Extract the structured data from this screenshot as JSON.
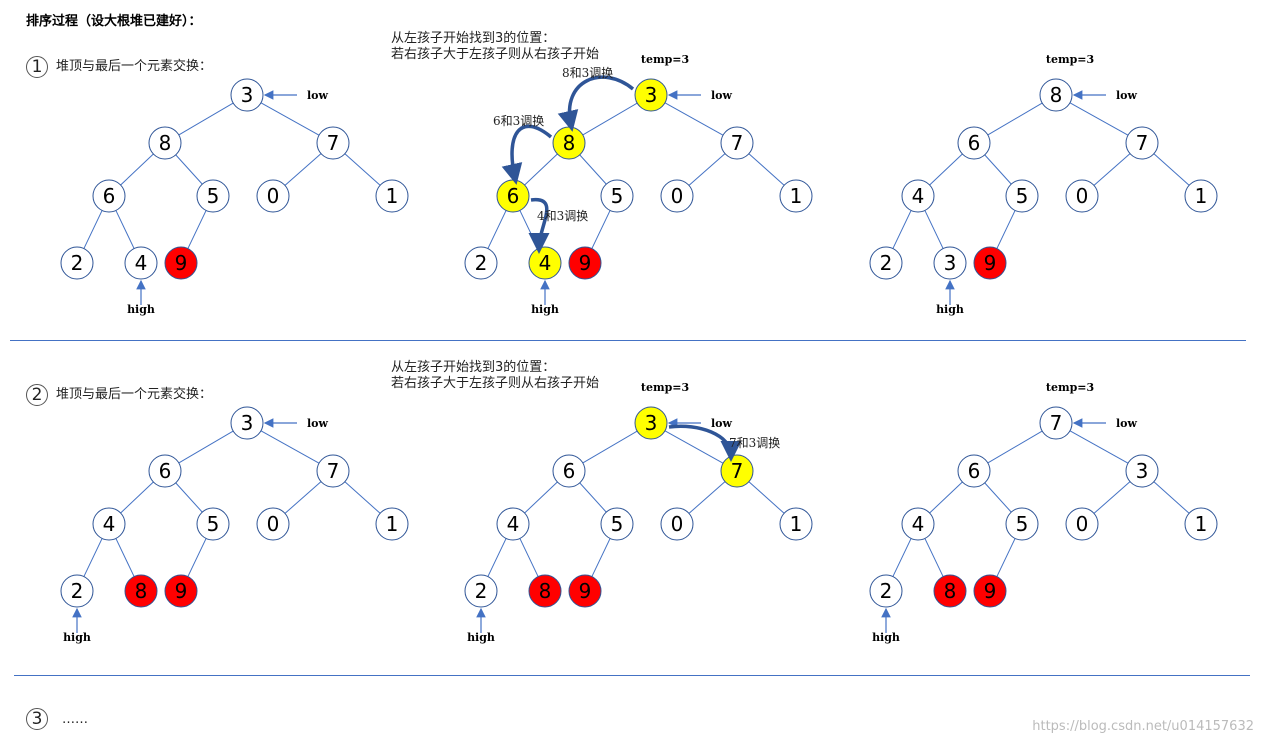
{
  "title": "排序过程（设大根堆已建好）：",
  "steps": [
    {
      "number": "1",
      "label": "堆顶与最后一个元素交换："
    },
    {
      "number": "2",
      "label": "堆顶与最后一个元素交换："
    },
    {
      "number": "3",
      "label": "……"
    }
  ],
  "notes": [
    {
      "line1": "从左孩子开始找到3的位置：",
      "line2": "若右孩子大于左孩子则从右孩子开始"
    },
    {
      "line1": "从左孩子开始找到3的位置：",
      "line2": "若右孩子大于左孩子则从右孩子开始"
    }
  ],
  "labels": {
    "low": "low",
    "high": "high",
    "temp": "temp=3"
  },
  "colors": {
    "yellow": "#ffff00",
    "red": "#ff0000",
    "white": "#ffffff",
    "line": "#4472c4",
    "arrow": "#2f5597"
  },
  "trees": [
    {
      "row": 0,
      "col": 0,
      "values": [
        "3",
        "8",
        "7",
        "6",
        "5",
        "0",
        "1",
        "2",
        "4",
        "9"
      ],
      "fill": [
        "w",
        "w",
        "w",
        "w",
        "w",
        "w",
        "w",
        "w",
        "w",
        "r"
      ],
      "high": 8,
      "temp": false
    },
    {
      "row": 0,
      "col": 1,
      "values": [
        "3",
        "8",
        "7",
        "6",
        "5",
        "0",
        "1",
        "2",
        "4",
        "9"
      ],
      "fill": [
        "y",
        "y",
        "w",
        "y",
        "w",
        "w",
        "w",
        "w",
        "y",
        "r"
      ],
      "high": 8,
      "temp": true
    },
    {
      "row": 0,
      "col": 2,
      "values": [
        "8",
        "6",
        "7",
        "4",
        "5",
        "0",
        "1",
        "2",
        "3",
        "9"
      ],
      "fill": [
        "w",
        "w",
        "w",
        "w",
        "w",
        "w",
        "w",
        "w",
        "w",
        "r"
      ],
      "high": 8,
      "temp": true
    },
    {
      "row": 1,
      "col": 0,
      "values": [
        "3",
        "6",
        "7",
        "4",
        "5",
        "0",
        "1",
        "2",
        "8",
        "9"
      ],
      "fill": [
        "w",
        "w",
        "w",
        "w",
        "w",
        "w",
        "w",
        "w",
        "r",
        "r"
      ],
      "high": 7,
      "temp": false
    },
    {
      "row": 1,
      "col": 1,
      "values": [
        "3",
        "6",
        "7",
        "4",
        "5",
        "0",
        "1",
        "2",
        "8",
        "9"
      ],
      "fill": [
        "y",
        "w",
        "y",
        "w",
        "w",
        "w",
        "w",
        "w",
        "r",
        "r"
      ],
      "high": 7,
      "temp": true
    },
    {
      "row": 1,
      "col": 2,
      "values": [
        "7",
        "6",
        "3",
        "4",
        "5",
        "0",
        "1",
        "2",
        "8",
        "9"
      ],
      "fill": [
        "w",
        "w",
        "w",
        "w",
        "w",
        "w",
        "w",
        "w",
        "r",
        "r"
      ],
      "high": 7,
      "temp": true
    }
  ],
  "swaps": [
    {
      "tree": 1,
      "from": 0,
      "to": 1,
      "label": "8和3调换"
    },
    {
      "tree": 1,
      "from": 1,
      "to": 3,
      "label": "6和3调换"
    },
    {
      "tree": 1,
      "from": 3,
      "to": 8,
      "label": "4和3调换"
    },
    {
      "tree": 4,
      "from": 0,
      "to": 2,
      "label": "7和3调换"
    }
  ],
  "watermark": "https://blog.csdn.net/u014157632"
}
